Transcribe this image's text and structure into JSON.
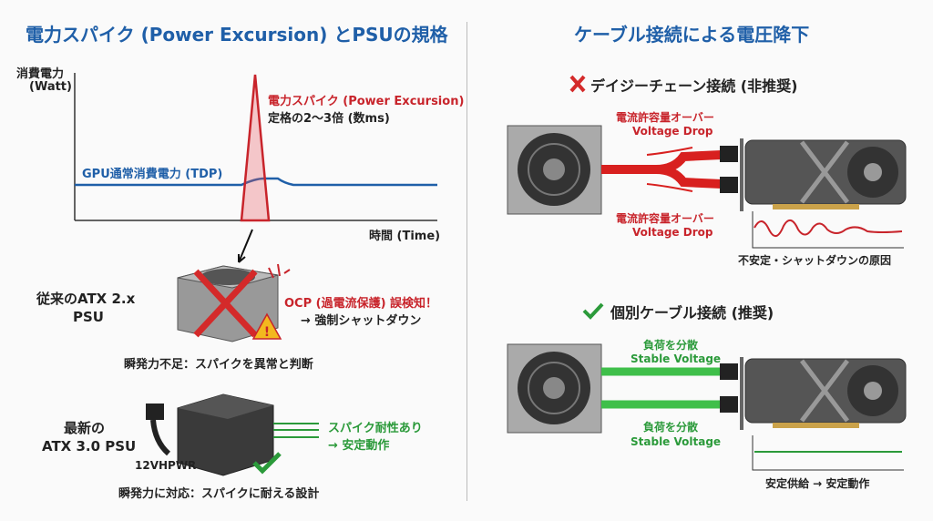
{
  "left": {
    "title": "電力スパイク (Power Excursion) とPSUの規格",
    "chart": {
      "y_label_1": "消費電力",
      "y_label_2": "(Watt)",
      "x_label": "時間 (Time)",
      "spike_label": "電力スパイク (Power Excursion)",
      "spike_note": "定格の2〜3倍 (数ms)",
      "tdp_label": "GPU通常消費電力 (TDP)"
    },
    "old_psu": {
      "label_1": "従来のATX 2.x",
      "label_2": "PSU",
      "alert_1": "OCP (過電流保護) 誤検知！",
      "alert_2": "→ 強制シャットダウン",
      "caption": "瞬発力不足：スパイクを異常と判断"
    },
    "new_psu": {
      "label_1": "最新の",
      "label_2": "ATX 3.0 PSU",
      "connector": "12VHPWR",
      "result_1": "スパイク耐性あり",
      "result_2": "→ 安定動作",
      "caption": "瞬発力に対応：スパイクに耐える設計"
    }
  },
  "right": {
    "title": "ケーブル接続による電圧降下",
    "daisy": {
      "heading": "デイジーチェーン接続 (非推奨)",
      "warn_1": "電流許容量オーバー",
      "warn_2": "Voltage Drop",
      "caption": "不安定・シャットダウンの原因"
    },
    "separate": {
      "heading": "個別ケーブル接続 (推奨)",
      "note_1": "負荷を分散",
      "note_2": "Stable Voltage",
      "caption": "安定供給 → 安定動作"
    }
  },
  "colors": {
    "blue": "#1f5fa8",
    "red": "#c8242b",
    "green": "#2b9a3a"
  }
}
